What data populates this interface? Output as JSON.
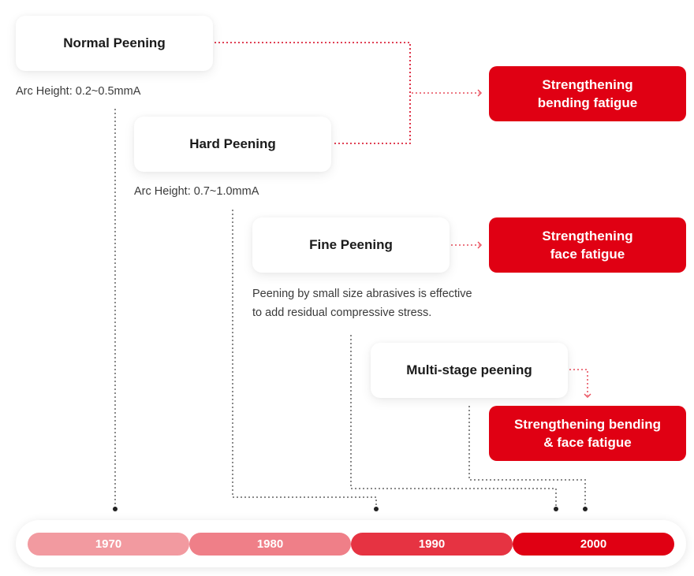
{
  "stages": [
    {
      "title": "Normal Peening",
      "note": "Arc Height: 0.2~0.5mmA"
    },
    {
      "title": "Hard Peening",
      "note": "Arc Height: 0.7~1.0mmA"
    },
    {
      "title": "Fine Peening",
      "note_lines": [
        "Peening by small size abrasives is effective",
        "to add residual compressive stress."
      ]
    },
    {
      "title": "Multi-stage peening"
    }
  ],
  "results": [
    {
      "lines": [
        "Strengthening",
        "bending fatigue"
      ]
    },
    {
      "lines": [
        "Strengthening",
        "face fatigue"
      ]
    },
    {
      "lines": [
        "Strengthening bending",
        "& face fatigue"
      ]
    }
  ],
  "timeline": {
    "years": [
      "1970",
      "1980",
      "1990",
      "2000"
    ],
    "colors": [
      "#f29aa0",
      "#ef7f88",
      "#e63342",
      "#e00013"
    ]
  },
  "colors": {
    "accent": "#e00013",
    "connector_gray": "#888888",
    "connector_red": "#d6001c"
  }
}
